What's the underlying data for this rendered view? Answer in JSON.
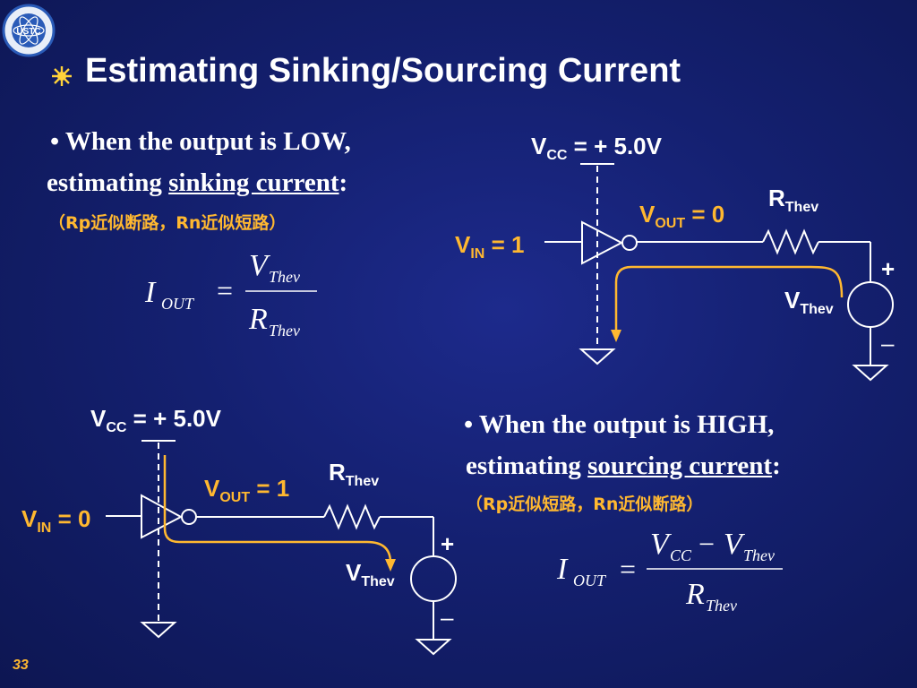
{
  "slide": {
    "title": "Estimating Sinking/Sourcing Current",
    "page_number": "33",
    "logo_text": "USTC"
  },
  "low": {
    "bullet_line1": "When the output is LOW,",
    "bullet_line2_prefix": "estimating ",
    "bullet_line2_term": "sinking current",
    "bullet_line2_suffix": ":",
    "note": "（Rp近似断路，Rn近似短路）",
    "formula": {
      "lhs": "I",
      "lhs_sub": "OUT",
      "eq": "=",
      "num": "V",
      "num_sub": "Thev",
      "den": "R",
      "den_sub": "Thev"
    },
    "circuit": {
      "vcc": "V",
      "vcc_sub": "CC",
      "vcc_val": " = + 5.0V",
      "vin": "V",
      "vin_sub": "IN",
      "vin_val": " = 1",
      "vout": "V",
      "vout_sub": "OUT",
      "vout_val": " = 0",
      "r": "R",
      "r_sub": "Thev",
      "v": "V",
      "v_sub": "Thev",
      "plus": "+",
      "minus": "–"
    }
  },
  "high": {
    "bullet_line1": "When the output is HIGH,",
    "bullet_line2_prefix": "estimating ",
    "bullet_line2_term": "sourcing current",
    "bullet_line2_suffix": ":",
    "note": "（Rp近似短路，Rn近似断路）",
    "formula": {
      "lhs": "I",
      "lhs_sub": "OUT",
      "eq": "=",
      "num_a": "V",
      "num_a_sub": "CC",
      "minus": "−",
      "num_b": "V",
      "num_b_sub": "Thev",
      "den": "R",
      "den_sub": "Thev"
    },
    "circuit": {
      "vcc": "V",
      "vcc_sub": "CC",
      "vcc_val": " = + 5.0V",
      "vin": "V",
      "vin_sub": "IN",
      "vin_val": " = 0",
      "vout": "V",
      "vout_sub": "OUT",
      "vout_val": " = 1",
      "r": "R",
      "r_sub": "Thev",
      "v": "V",
      "v_sub": "Thev",
      "plus": "+",
      "minus": "–"
    }
  },
  "colors": {
    "background": "#142070",
    "accent": "#ffb830",
    "text": "#ffffff"
  },
  "icons": {
    "bullet": "sunburst-bullet-icon",
    "logo": "university-seal"
  }
}
